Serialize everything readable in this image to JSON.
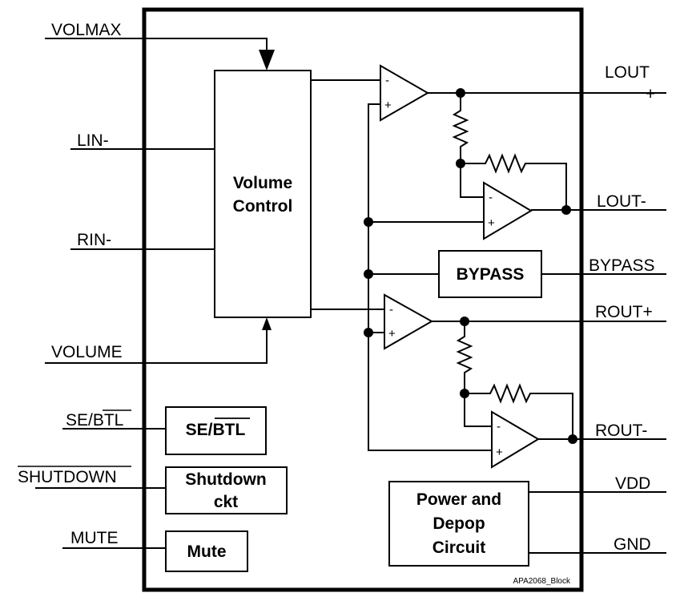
{
  "pins": {
    "volmax": "VOLMAX",
    "lin_minus": "LIN-",
    "rin_minus": "RIN-",
    "volume": "VOLUME",
    "se_btl": "SE/BTL",
    "shutdown": "SHUTDOWN",
    "mute": "MUTE",
    "lout": "LOUT",
    "lout_plus_sign": "+",
    "lout_minus": "LOUT-",
    "bypass": "BYPASS",
    "rout_plus": "ROUT+",
    "rout_minus": "ROUT-",
    "vdd": "VDD",
    "gnd": "GND"
  },
  "blocks": {
    "volume_control": [
      "Volume",
      "Control"
    ],
    "bypass": "BYPASS",
    "se_btl": "SE/BTL",
    "shutdown_ckt": [
      "Shutdown",
      "ckt"
    ],
    "mute": "Mute",
    "power_depop": [
      "Power and",
      "Depop",
      "Circuit"
    ]
  },
  "amp_signs": {
    "minus": "-",
    "plus": "+"
  },
  "caption": "APA2068_Block"
}
